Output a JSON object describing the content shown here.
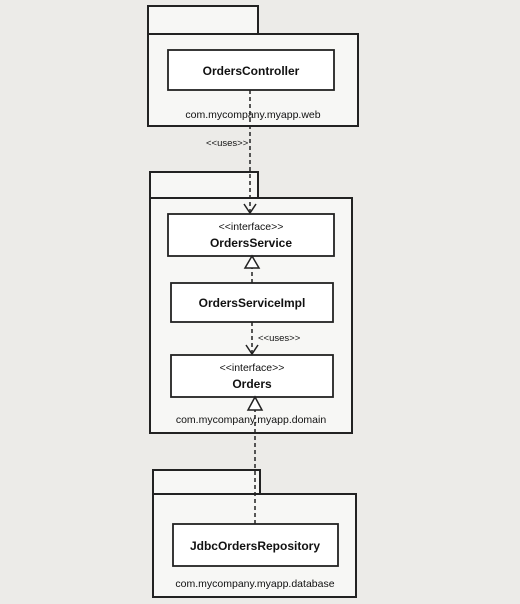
{
  "packages": {
    "web": {
      "name": "com.mycompany.myapp.web"
    },
    "domain": {
      "name": "com.mycompany.myapp.domain"
    },
    "database": {
      "name": "com.mycompany.myapp.database"
    }
  },
  "classes": {
    "orders_controller": {
      "name": "OrdersController"
    },
    "orders_service": {
      "stereotype": "<<interface>>",
      "name": "OrdersService"
    },
    "orders_service_impl": {
      "name": "OrdersServiceImpl"
    },
    "orders": {
      "stereotype": "<<interface>>",
      "name": "Orders"
    },
    "jdbc_orders_repository": {
      "name": "JdbcOrdersRepository"
    }
  },
  "relations": {
    "controller_uses_service": {
      "label": "<<uses>>"
    },
    "impl_uses_orders": {
      "label": "<<uses>>"
    }
  }
}
